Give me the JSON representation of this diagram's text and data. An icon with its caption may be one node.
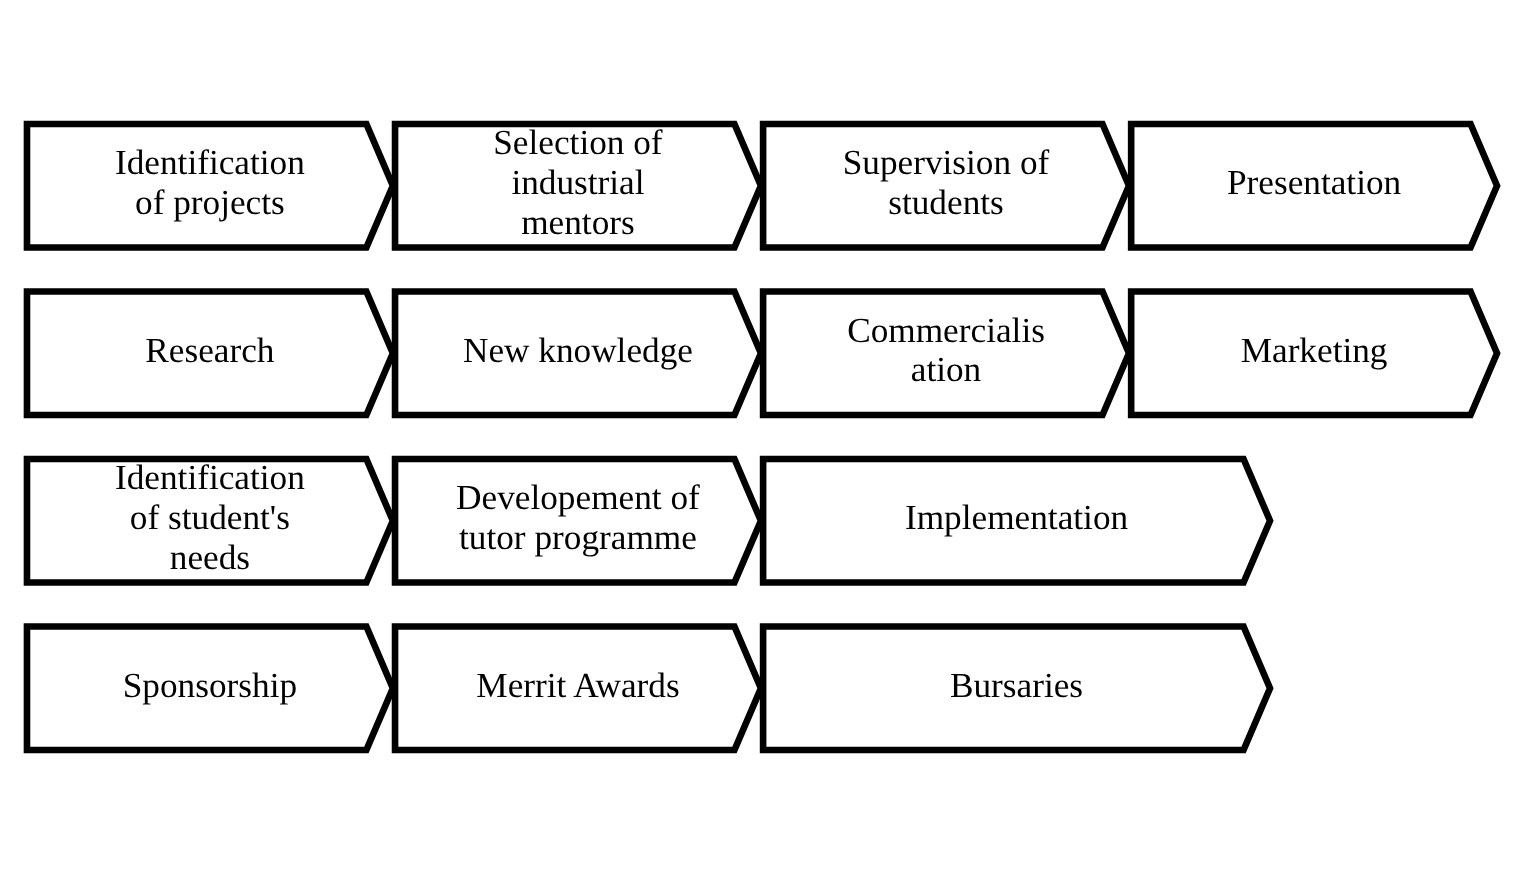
{
  "diagram": {
    "nodes": [
      {
        "text": [
          "Identification of projects"
        ]
      },
      {
        "text": [
          "Selection of industrial mentors"
        ]
      },
      {
        "text": [
          "Supervision of students"
        ]
      },
      {
        "text": [
          "Presentation"
        ]
      },
      {
        "text": [
          "Research"
        ]
      },
      {
        "text": [
          "New knowledge"
        ]
      },
      {
        "text": [
          "Commercialis ation"
        ]
      },
      {
        "text": [
          "Marketing"
        ]
      },
      {
        "text": [
          "Identification of student's needs"
        ]
      },
      {
        "text": [
          "Developement of tutor programme"
        ]
      },
      {
        "text": [
          "Implementation"
        ]
      },
      {
        "text": [
          "Sponsorship"
        ]
      },
      {
        "text": [
          "Merrit Awards"
        ]
      },
      {
        "text": [
          "Bursaries"
        ]
      }
    ]
  }
}
